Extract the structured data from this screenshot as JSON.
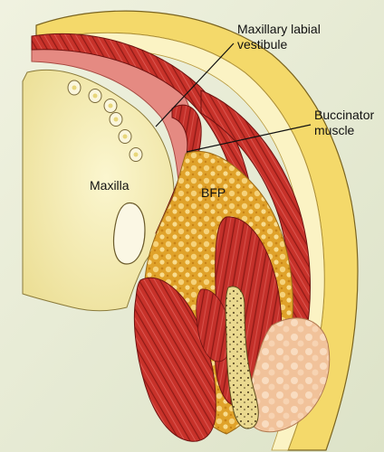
{
  "labels": {
    "maxillary_labial_vestibule": [
      "Maxillary labial",
      "vestibule"
    ],
    "buccinator_muscle": [
      "Buccinator",
      "muscle"
    ],
    "maxilla": "Maxilla",
    "bfp": "BFP"
  },
  "colors": {
    "background": "#e4e8d2",
    "skin_outer": "#f4d96a",
    "skin_inner": "#fbf3c4",
    "maxilla_bone": "#f7f0b8",
    "muscle": "#c8322a",
    "muscle_fiber": "#8e1a16",
    "fat": "#e2a72c",
    "fat_light": "#f6d783",
    "mucosa": "#e58a82",
    "gland": "#f3c7a0",
    "bone_spine": "#efe2a0",
    "outline": "#5a4a2a"
  },
  "icons": {
    "teeth": "tooth-shapes",
    "canal": "bone-cavity"
  }
}
